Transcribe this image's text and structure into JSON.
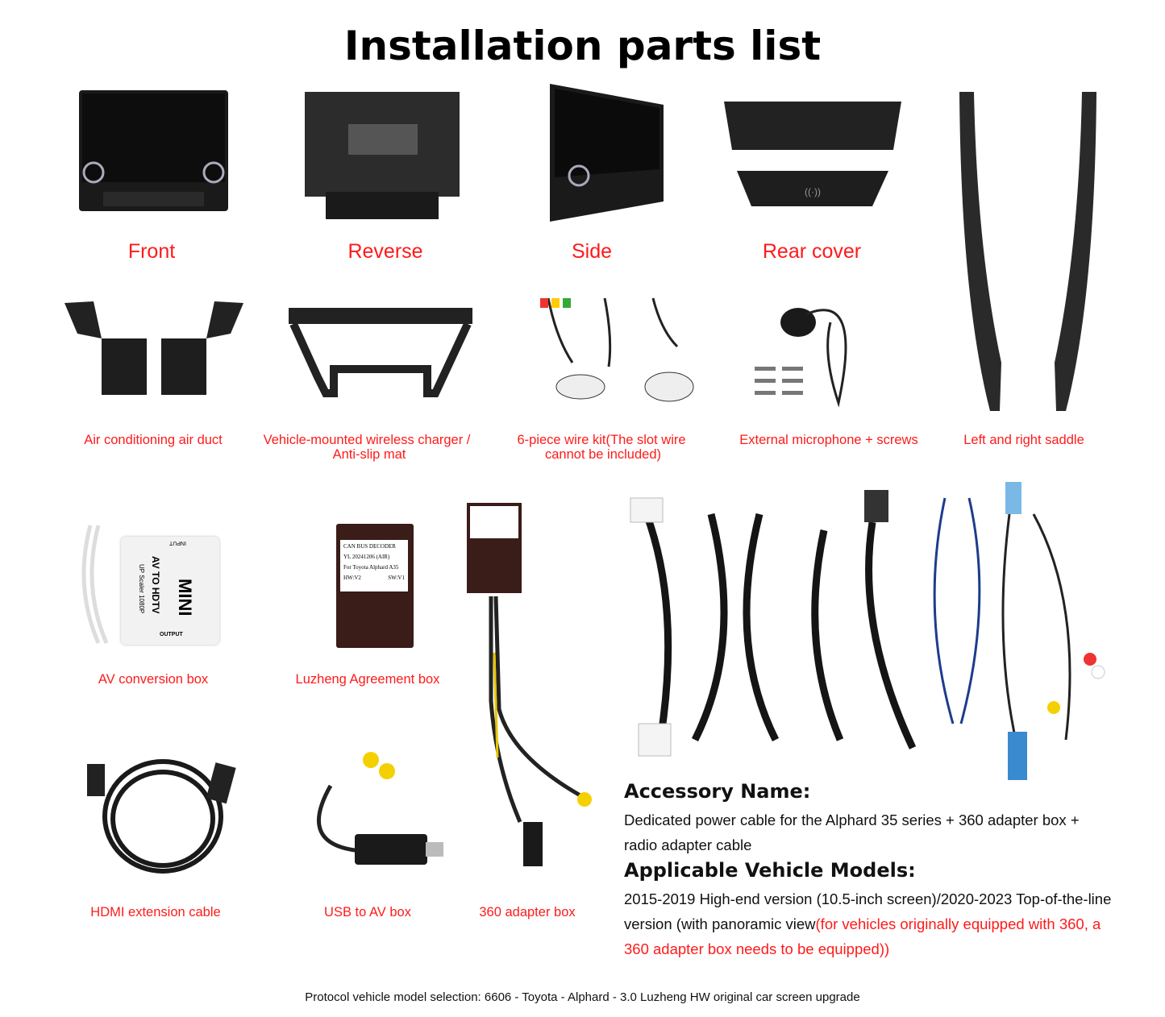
{
  "title": "Installation parts list",
  "row1": [
    "Front",
    "Reverse",
    "Side",
    "Rear cover"
  ],
  "row2": [
    "Air conditioning air duct",
    "Vehicle-mounted wireless charger /",
    "Anti-slip mat",
    "6-piece wire kit(The slot wire",
    "cannot be included)",
    "External microphone + screws",
    "Left and right saddle"
  ],
  "row3": [
    "AV conversion box",
    "Luzheng Agreement box"
  ],
  "row4": [
    "HDMI extension cable",
    "USB to AV box",
    "360 adapter box"
  ],
  "product_text": {
    "av_box": [
      "MINI",
      "AV TO HDTV",
      "UP Scaler 1080P",
      "INPUT",
      "OUTPUT"
    ],
    "decoder": [
      "CAN BUS DECODER",
      "YL 20241206 (AIR)",
      "For Toyota Alphard A35",
      "HW:V2",
      "SW:V1"
    ]
  },
  "accessory": {
    "name_heading": "Accessory Name:",
    "name_line1": "Dedicated power cable for the Alphard 35 series + 360 adapter box +",
    "name_line2": "radio adapter cable",
    "models_heading": "Applicable Vehicle Models:",
    "models_line1": "2015-2019 High-end version (10.5-inch screen)/2020-2023 Top-of-the-line",
    "models_line2": "version (with panoramic view",
    "models_red1": "(for vehicles originally equipped with 360, a",
    "models_red2": "360 adapter box needs to be equipped))"
  },
  "footer": "Protocol vehicle model selection: 6606 - Toyota - Alphard - 3.0 Luzheng HW original car screen upgrade",
  "colors": {
    "label_red": "#ff1a1a",
    "product_dark": "#1b1b1b"
  }
}
